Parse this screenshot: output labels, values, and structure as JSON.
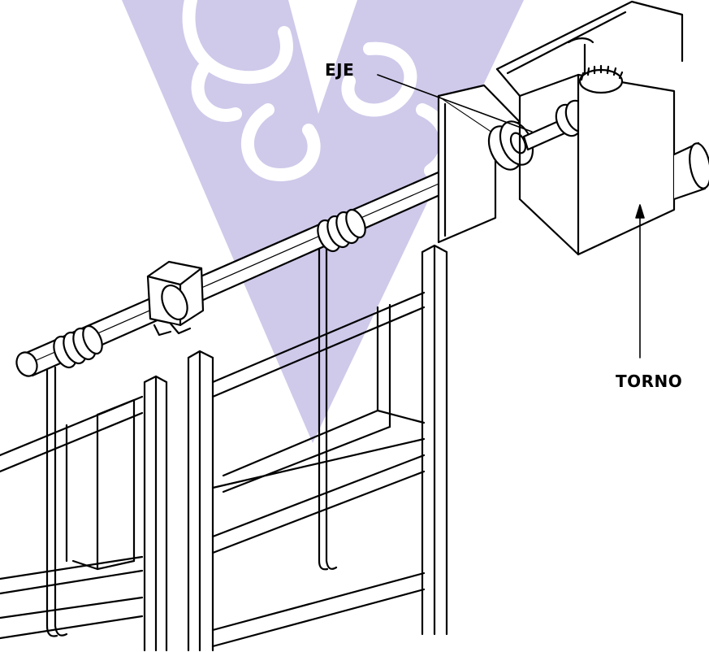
{
  "labels": {
    "shaft": "EJE",
    "winch": "TORNO"
  },
  "colors": {
    "line": "#000000",
    "watermark": "#cfc9ea",
    "background": "#ffffff"
  },
  "watermark": {
    "shape": "stylized-V-logo"
  },
  "figure": {
    "subject": "shaft-and-winch-gate-mechanism"
  }
}
